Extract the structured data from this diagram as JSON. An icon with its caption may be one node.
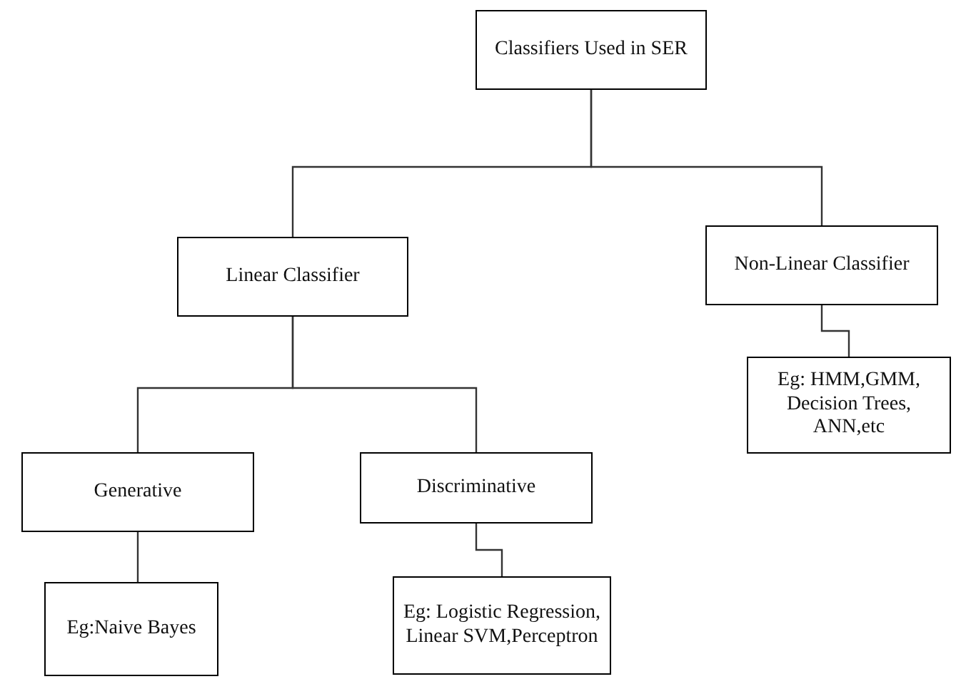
{
  "diagram": {
    "nodes": [
      {
        "text": [
          "Classifiers Used in SER"
        ]
      },
      {
        "text": [
          "Linear Classifier"
        ]
      },
      {
        "text": [
          "Non-Linear Classifier"
        ]
      },
      {
        "text": [
          "Generative"
        ]
      },
      {
        "text": [
          "Discriminative"
        ]
      },
      {
        "text": [
          "Eg: HMM,GMM, Decision Trees, ANN,etc"
        ]
      },
      {
        "text": [
          "Eg:Naive Bayes"
        ]
      },
      {
        "text": [
          "Eg: Logistic Regression, Linear SVM,Perceptron"
        ]
      }
    ],
    "edges": [
      {
        "from": 0,
        "to": 1,
        "arrow": "none"
      },
      {
        "from": 0,
        "to": 2,
        "arrow": "none"
      },
      {
        "from": 1,
        "to": 3,
        "arrow": "none"
      },
      {
        "from": 1,
        "to": 4,
        "arrow": "none"
      },
      {
        "from": 2,
        "to": 5,
        "arrow": "none"
      },
      {
        "from": 3,
        "to": 6,
        "arrow": "none"
      },
      {
        "from": 4,
        "to": 7,
        "arrow": "none"
      }
    ]
  }
}
